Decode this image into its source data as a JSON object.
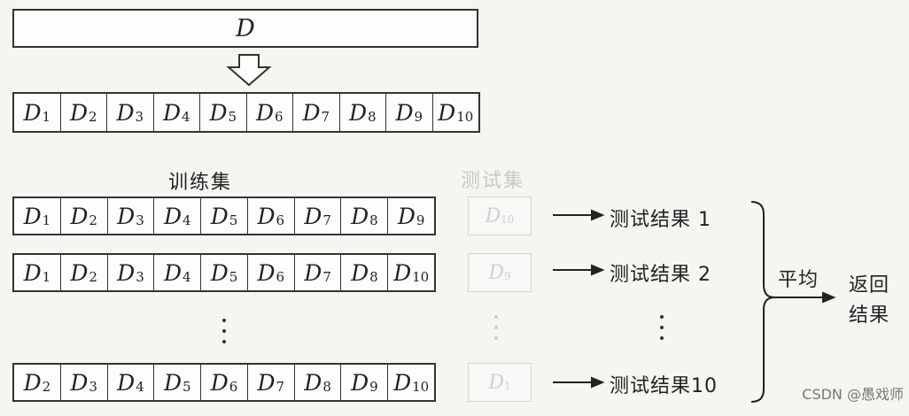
{
  "top_label": "D",
  "split": [
    "1",
    "2",
    "3",
    "4",
    "5",
    "6",
    "7",
    "8",
    "9",
    "10"
  ],
  "train_label": "训练集",
  "test_label": "测试集",
  "rows": [
    {
      "cells": [
        "1",
        "2",
        "3",
        "4",
        "5",
        "6",
        "7",
        "8",
        "9"
      ],
      "test": "10",
      "result": "测试结果 1"
    },
    {
      "cells": [
        "1",
        "2",
        "3",
        "4",
        "5",
        "6",
        "7",
        "8",
        "10"
      ],
      "test": "9",
      "result": "测试结果 2"
    },
    {
      "cells": [
        "2",
        "3",
        "4",
        "5",
        "6",
        "7",
        "8",
        "9",
        "10"
      ],
      "test": "1",
      "result": "测试结果10"
    }
  ],
  "average_label": "平均",
  "return_label_1": "返回",
  "return_label_2": "结果",
  "watermark": "CSDN @愚戏师"
}
